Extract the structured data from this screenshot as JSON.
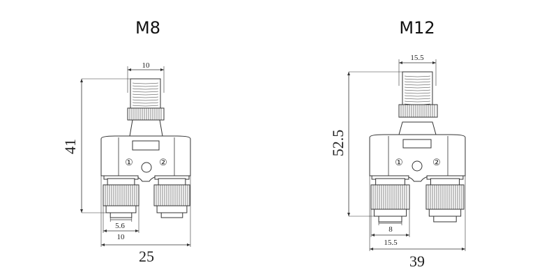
{
  "drawings": [
    {
      "title": "M8",
      "top_width": "10",
      "height": "41",
      "pin_width": "5.6",
      "bottom_connector_width": "10",
      "total_width": "25",
      "port_labels": [
        "①",
        "②"
      ]
    },
    {
      "title": "M12",
      "top_width": "15.5",
      "height": "52.5",
      "pin_width": "8",
      "bottom_connector_width": "15.5",
      "total_width": "39",
      "port_labels": [
        "①",
        "②"
      ]
    }
  ],
  "colors": {
    "line": "#333333",
    "fill": "#ffffff"
  }
}
